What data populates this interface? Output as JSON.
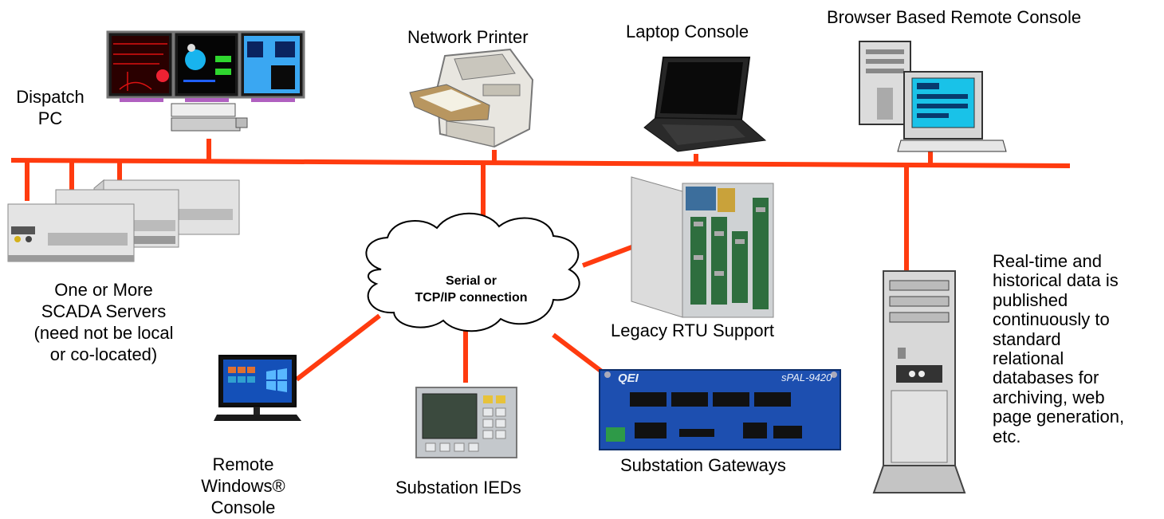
{
  "labels": {
    "dispatch_line1": "Dispatch",
    "dispatch_line2": "PC",
    "printer": "Network Printer",
    "laptop": "Laptop Console",
    "browser": "Browser Based Remote Console",
    "servers_line1": "One or More",
    "servers_line2": "SCADA Servers",
    "servers_line3": "(need not be local",
    "servers_line4": "or co-located)",
    "cloud_line1": "Serial or",
    "cloud_line2": "TCP/IP connection",
    "rtu": "Legacy RTU Support",
    "remote_line1": "Remote",
    "remote_line2": "Windows®",
    "remote_line3": "Console",
    "ieds": "Substation IEDs",
    "gateways": "Substation Gateways",
    "gateway_brand": "QEI",
    "gateway_model": "sPAL-9420",
    "db_note": [
      "Real-time and",
      "historical data is",
      "published",
      "continuously to",
      "standard",
      "relational",
      "databases  for",
      "archiving, web",
      "page generation,",
      "etc."
    ]
  },
  "colors": {
    "network_line": "#ff3b0f",
    "monitor_blue": "#3aa7f2",
    "gateway_blue": "#1d4fb0",
    "cabinet_gray": "#d8d8d8"
  }
}
